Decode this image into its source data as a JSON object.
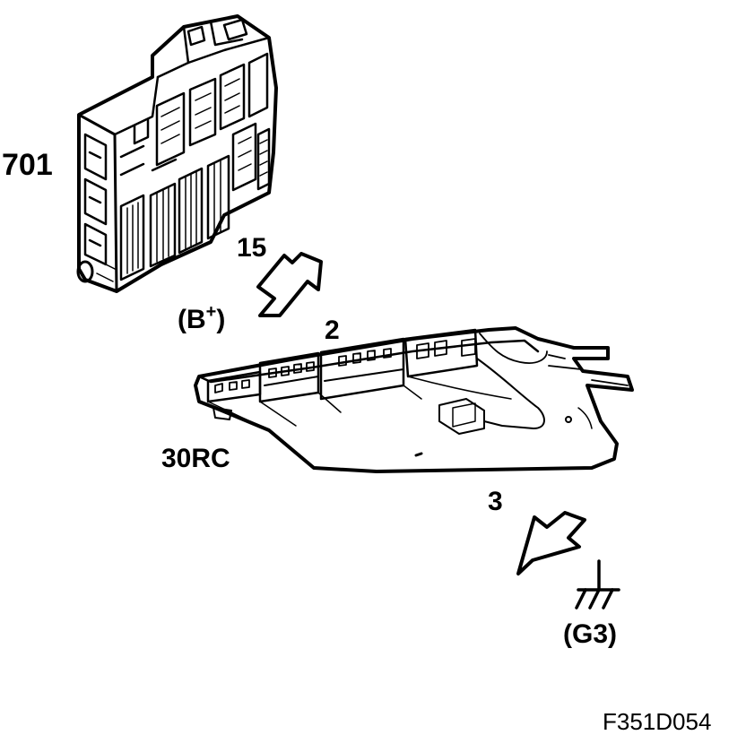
{
  "labels": {
    "module_701": "701",
    "pin_15": "15",
    "b_plus_open": "(B",
    "b_plus_sup": "+",
    "b_plus_close": ")",
    "pin_2": "2",
    "pin_30rc": "30RC",
    "pin_3": "3",
    "ground": "(G3)",
    "figure_id": "F351D054"
  },
  "colors": {
    "line": "#000000",
    "background": "#ffffff"
  }
}
